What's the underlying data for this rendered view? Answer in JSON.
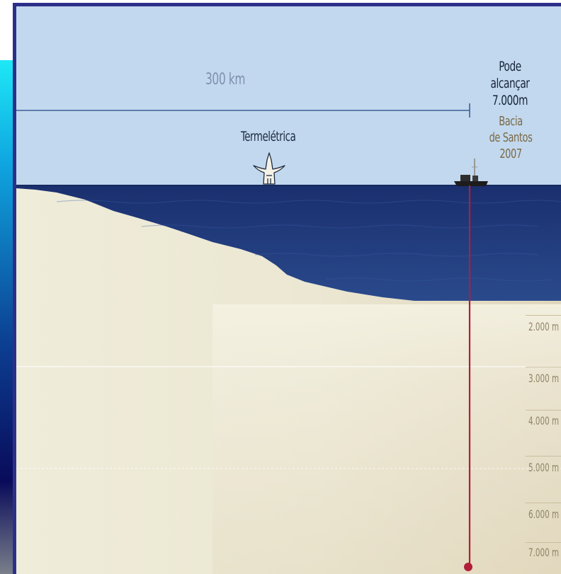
{
  "distance_label": "300 km",
  "thermal_plant_label": "Termelétrica",
  "reach_line1": "Pode alcançar",
  "reach_line2": "7.000m",
  "basin_line1": "Bacia",
  "basin_line2": "de Santos",
  "basin_line3": "2007",
  "depth_marks": [
    "2.000 m",
    "3.000 m",
    "4.000 m",
    "5.000 m",
    "6.000 m",
    "7.000 m"
  ],
  "colors": {
    "sky": "#c2d8ee",
    "sea": "#1f3a7c",
    "seabed": "#eeebd8",
    "drill_line": "#b01e3a",
    "frame": "#2c2f8a",
    "distance_line": "#3e5f95"
  }
}
